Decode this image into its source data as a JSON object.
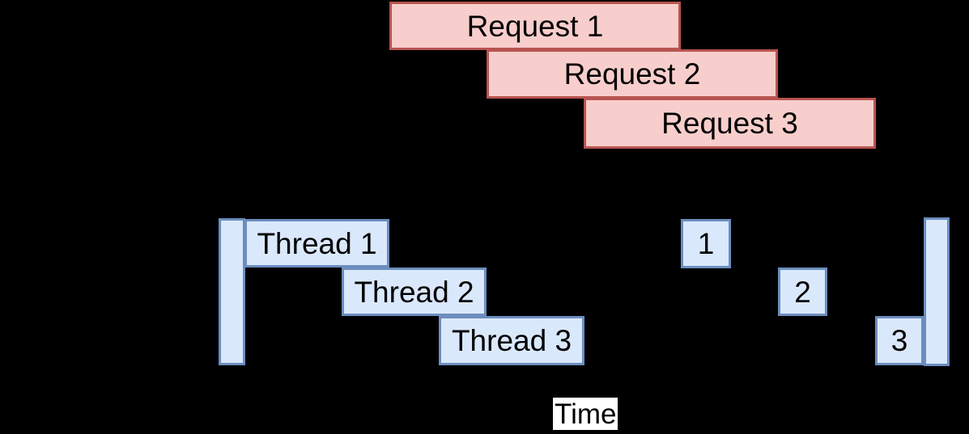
{
  "diagram": {
    "palette": {
      "canvas_bg": "#000000",
      "request_fill": "#f8cecc",
      "request_border": "#b85450",
      "thread_fill": "#dae8fc",
      "thread_border": "#6c8ebf",
      "text_color": "#000000",
      "time_label_bg": "#ffffff"
    },
    "requests": [
      {
        "label": "Request 1"
      },
      {
        "label": "Request 2"
      },
      {
        "label": "Request 3"
      }
    ],
    "threads": [
      {
        "label": "Thread 1"
      },
      {
        "label": "Thread 2"
      },
      {
        "label": "Thread 3"
      }
    ],
    "completions": [
      {
        "label": "1"
      },
      {
        "label": "2"
      },
      {
        "label": "3"
      }
    ],
    "axis": {
      "label": "Time"
    }
  }
}
